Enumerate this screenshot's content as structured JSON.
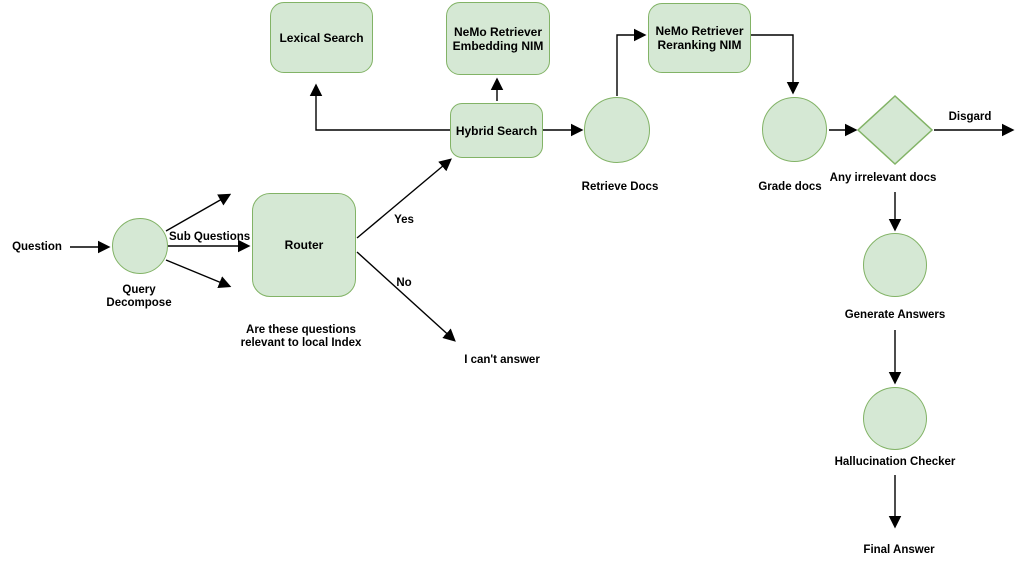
{
  "colors": {
    "node_fill": "#d5e8d4",
    "node_stroke": "#82b366",
    "connector": "#000000",
    "text": "#000000",
    "background": "#ffffff"
  },
  "nodes": {
    "query_decompose": {
      "type": "circle",
      "label": "Query Decompose"
    },
    "router": {
      "type": "rounded-rect",
      "label": "Router",
      "caption": "Are these questions relevant to local Index"
    },
    "lexical_search": {
      "type": "rounded-rect",
      "label": "Lexical Search"
    },
    "embedding_nim": {
      "type": "rounded-rect",
      "label": "NeMo Retriever Embedding NIM"
    },
    "hybrid_search": {
      "type": "rounded-rect",
      "label": "Hybrid Search"
    },
    "retrieve_docs": {
      "type": "circle",
      "label": "Retrieve Docs"
    },
    "reranking_nim": {
      "type": "rounded-rect",
      "label": "NeMo Retriever Reranking NIM"
    },
    "grade_docs": {
      "type": "circle",
      "label": "Grade docs"
    },
    "any_irrelevant_docs": {
      "type": "diamond",
      "label": "Any irrelevant docs"
    },
    "generate_answers": {
      "type": "circle",
      "label": "Generate Answers"
    },
    "hallucination_checker": {
      "type": "circle",
      "label": "Hallucination Checker"
    }
  },
  "labels": {
    "question": "Question",
    "sub_questions": "Sub Questions",
    "yes": "Yes",
    "no": "No",
    "i_cant_answer": "I can't answer",
    "disgard": "Disgard",
    "final_answer": "Final Answer"
  },
  "edges": [
    {
      "from": "Question",
      "to": "Query Decompose"
    },
    {
      "from": "Query Decompose",
      "to": "Router",
      "label": "Sub Questions"
    },
    {
      "from": "Router",
      "to": "Hybrid Search",
      "label": "Yes"
    },
    {
      "from": "Router",
      "to": "I can't answer",
      "label": "No"
    },
    {
      "from": "Hybrid Search",
      "to": "Lexical Search"
    },
    {
      "from": "Hybrid Search",
      "to": "NeMo Retriever Embedding NIM"
    },
    {
      "from": "Hybrid Search",
      "to": "Retrieve Docs"
    },
    {
      "from": "Retrieve Docs",
      "to": "NeMo Retriever Reranking NIM"
    },
    {
      "from": "NeMo Retriever Reranking NIM",
      "to": "Grade docs"
    },
    {
      "from": "Grade docs",
      "to": "Any irrelevant docs"
    },
    {
      "from": "Any irrelevant docs",
      "to": "Disgard",
      "label": "Disgard"
    },
    {
      "from": "Any irrelevant docs",
      "to": "Generate Answers"
    },
    {
      "from": "Generate Answers",
      "to": "Hallucination Checker"
    },
    {
      "from": "Hallucination Checker",
      "to": "Final Answer"
    }
  ]
}
